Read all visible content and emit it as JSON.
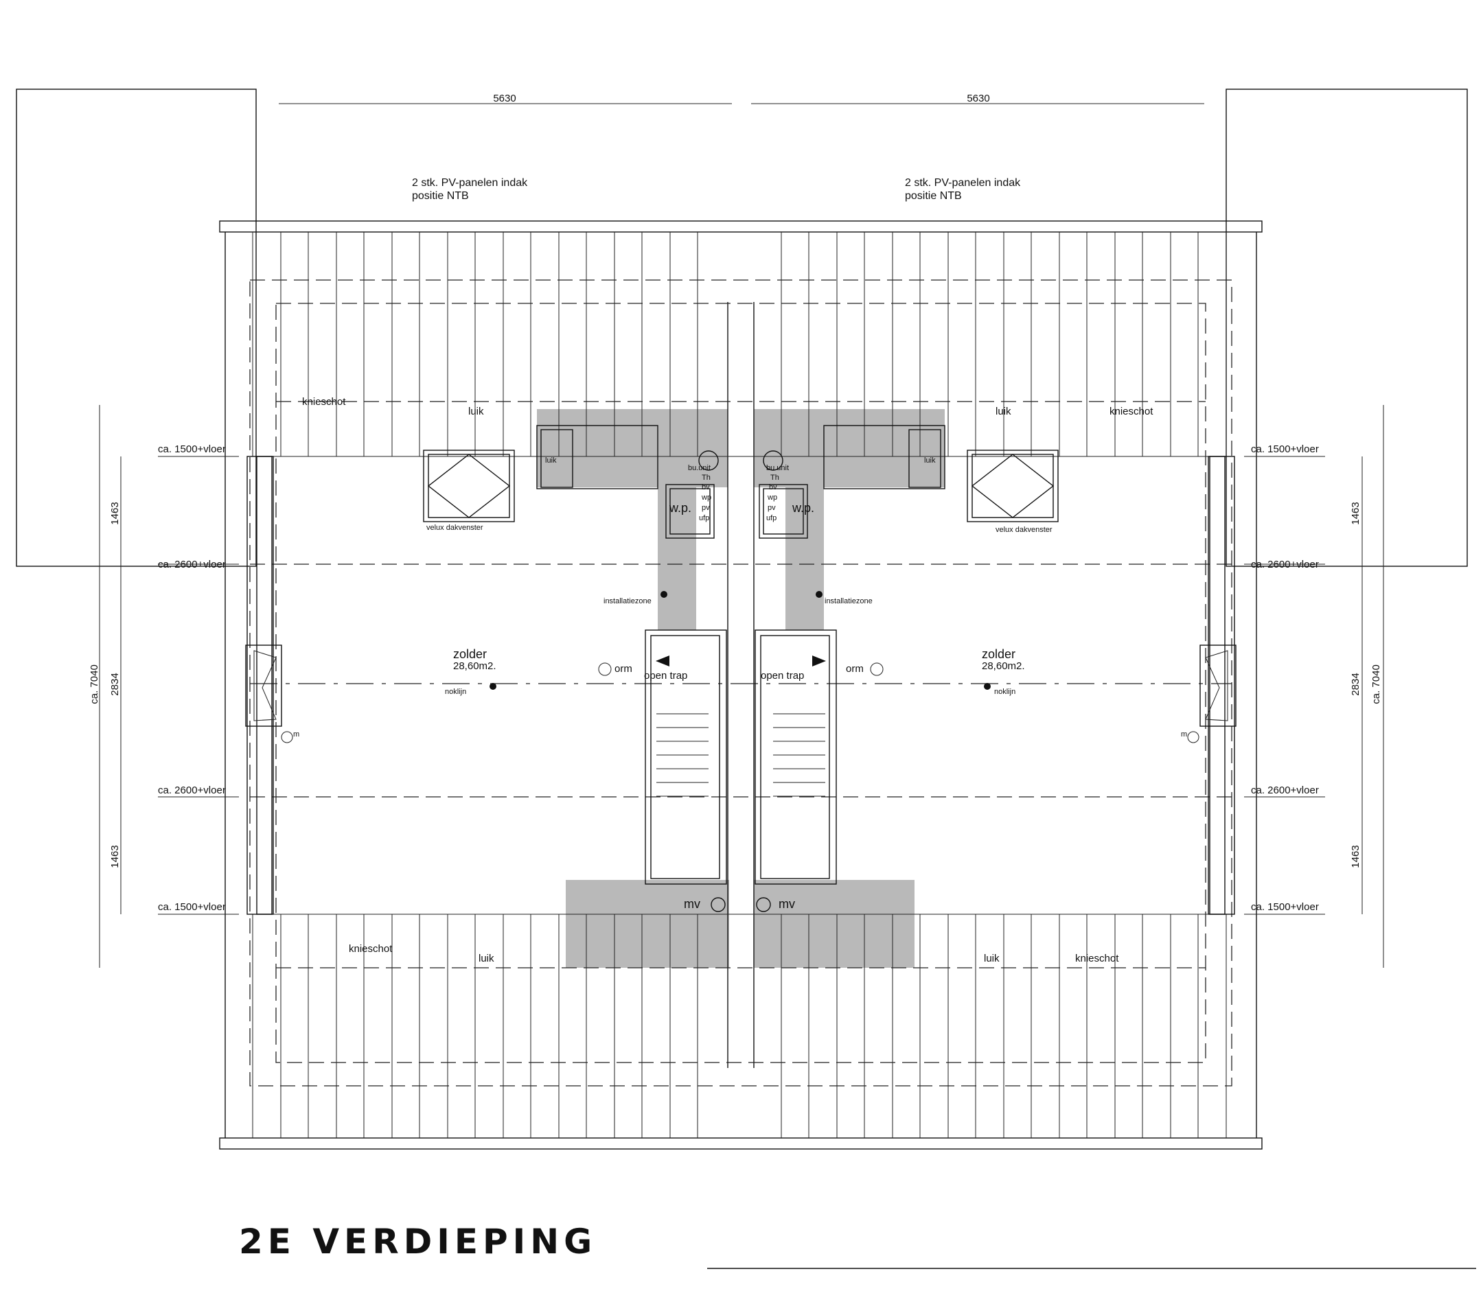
{
  "title": "2E VERDIEPING",
  "dimensions": {
    "width_left": "5630",
    "width_right": "5630",
    "seg_top": "1463",
    "seg_mid": "2834",
    "seg_bottom": "1463",
    "total_depth": "ca. 7040"
  },
  "heights": {
    "h1500": "ca. 1500+vloer",
    "h2600": "ca. 2600+vloer"
  },
  "pv_panels": {
    "line1": "2 stk. PV-panelen indak",
    "line2": "positie NTB"
  },
  "labels": {
    "knieschot": "knieschot",
    "luik": "luik",
    "velux": "velux dakvenster",
    "installatiezone": "installatiezone",
    "room_name": "zolder",
    "room_area": "28,60m2.",
    "noklijn": "noklijn",
    "orm": "orm",
    "open_trap": "open trap",
    "mv": "mv",
    "wp": "w.p.",
    "m": "m"
  },
  "installation_units": [
    "bu.unit",
    "Th",
    "bv",
    "wp",
    "pv",
    "ufp"
  ]
}
